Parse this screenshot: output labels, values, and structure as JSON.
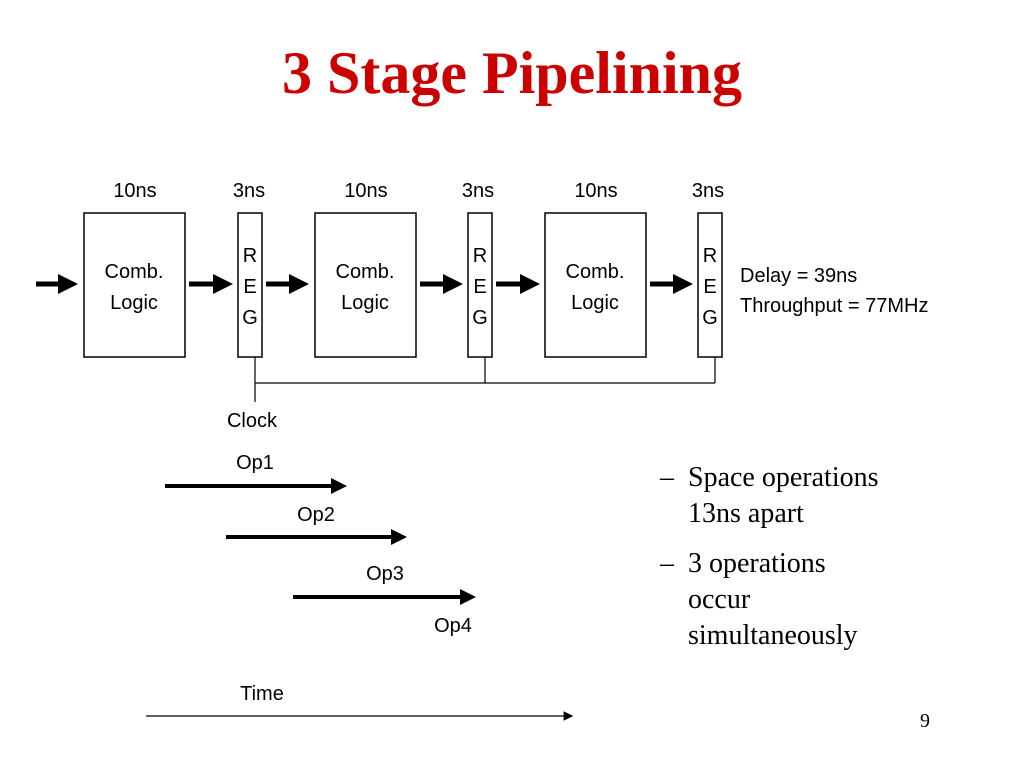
{
  "slide": {
    "title": "3 Stage Pipelining",
    "page_number": "9"
  },
  "pipeline": {
    "stage_delays": [
      "10ns",
      "3ns",
      "10ns",
      "3ns",
      "10ns",
      "3ns"
    ],
    "comb_label_line1": "Comb.",
    "comb_label_line2": "Logic",
    "reg_letters": [
      "R",
      "E",
      "G"
    ],
    "delay_text": "Delay = 39ns",
    "throughput_text": "Throughput = 77MHz",
    "clock_label": "Clock"
  },
  "operations": {
    "labels": [
      "Op1",
      "Op2",
      "Op3",
      "Op4"
    ],
    "time_label": "Time"
  },
  "bullets": [
    {
      "dash": "–",
      "lines": [
        "Space operations",
        "13ns apart"
      ]
    },
    {
      "dash": "–",
      "lines": [
        "3 operations",
        "occur",
        "simultaneously"
      ]
    }
  ],
  "colors": {
    "title": "#cc0000",
    "line": "#000000",
    "box_fill": "#ffffff"
  }
}
